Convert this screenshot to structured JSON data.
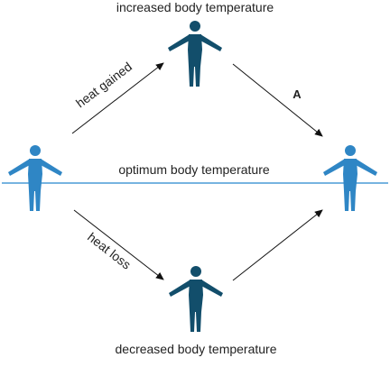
{
  "labels": {
    "top": "increased body temperature",
    "middle": "optimum body temperature",
    "bottom": "decreased body temperature",
    "gain": "heat gained",
    "loss": "heat loss",
    "marker": "A"
  },
  "colors": {
    "figure_dark": "#124e6b",
    "figure_light": "#2f86c5",
    "baseline": "#4a9bd6",
    "arrow": "#111111",
    "text": "#222222"
  },
  "icons": [
    "person-figure-icon"
  ]
}
